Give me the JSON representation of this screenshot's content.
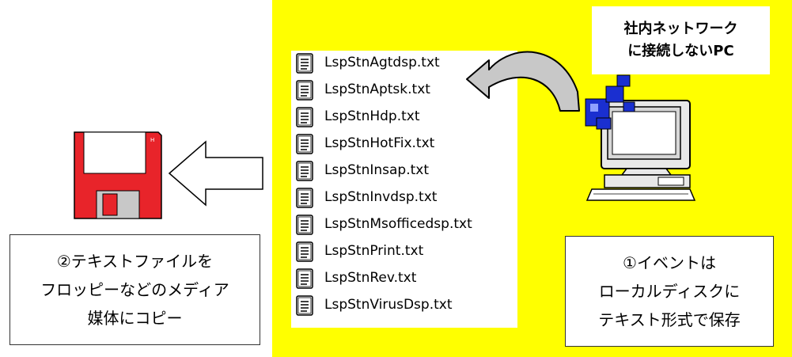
{
  "pc_label": {
    "line1": "社内ネットワーク",
    "line2": "に接続しないPC"
  },
  "files": [
    "LspStnAgtdsp.txt",
    "LspStnAptsk.txt",
    "LspStnHdp.txt",
    "LspStnHotFix.txt",
    "LspStnInsap.txt",
    "LspStnInvdsp.txt",
    "LspStnMsofficedsp.txt",
    "LspStnPrint.txt",
    "LspStnRev.txt",
    "LspStnVirusDsp.txt"
  ],
  "step1": {
    "line1": "①イベントは",
    "line2": "ローカルディスクに",
    "line3": "テキスト形式で保存"
  },
  "step2": {
    "line1": "②テキストファイルを",
    "line2": "フロッピーなどのメディア",
    "line3": "媒体にコピー"
  },
  "colors": {
    "panel": "#ffff00",
    "floppy": "#e8242a",
    "monitor_screen": "#d8d8d8",
    "pc_logo": "#1a2fd0"
  },
  "icons": [
    "floppy-disk-icon",
    "computer-icon",
    "text-file-icon"
  ]
}
